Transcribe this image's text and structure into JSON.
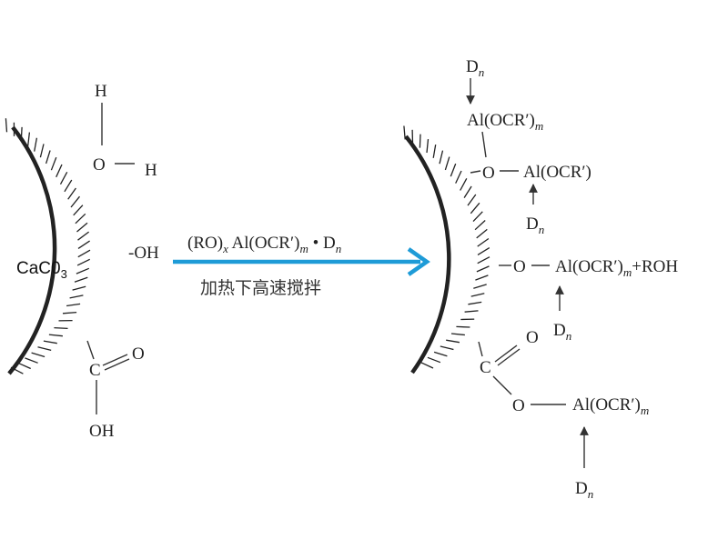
{
  "left_particle": {
    "label_main": "CaC0",
    "label_sub": "3",
    "top_group": {
      "h1": "H",
      "o": "O",
      "h2": "H"
    },
    "hydroxyl": "-OH",
    "carboxyl": {
      "c": "C",
      "o": "O",
      "oh": "OH"
    }
  },
  "reaction": {
    "reagent": {
      "ro": "(RO)",
      "x": "x",
      "al": " Al(OCR′)",
      "m": "m",
      "dot": " • D",
      "n": "n"
    },
    "condition": "加热下高速搅拌",
    "arrow_color": "#1e9bd7"
  },
  "right_particle": {
    "top_dn": {
      "d": "D",
      "n": "n"
    },
    "top_al": {
      "text": "Al(OCR′)",
      "m": "m"
    },
    "mid_o": "O",
    "mid_al": "Al(OCR′)",
    "mid_dn": {
      "d": "D",
      "n": "n"
    },
    "center": {
      "o": "O",
      "al": "Al(OCR′)",
      "m": "m",
      "rest": "+ROH"
    },
    "center_dn": {
      "d": "D",
      "n": "n"
    },
    "carboxyl": {
      "c": "C",
      "o_top": "O",
      "o_bottom": "O",
      "al": "Al(OCR′)",
      "m": "m"
    },
    "bottom_dn": {
      "d": "D",
      "n": "n"
    }
  }
}
